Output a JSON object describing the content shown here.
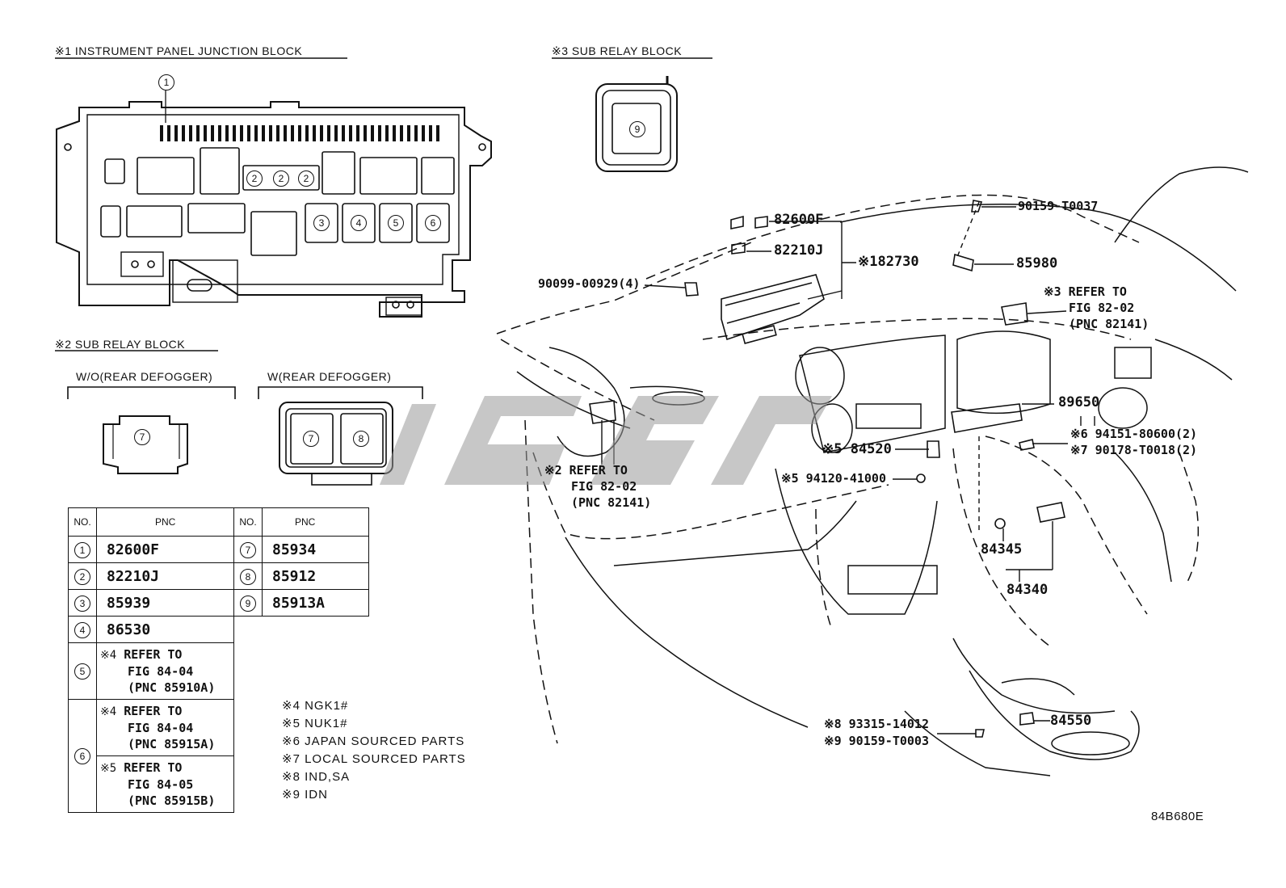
{
  "sections": {
    "s1": "※1 INSTRUMENT PANEL JUNCTION BLOCK",
    "s2": "※2 SUB RELAY BLOCK",
    "s3": "※3 SUB RELAY BLOCK"
  },
  "relay_variants": {
    "wo": "W/O(REAR DEFOGGER)",
    "w": "W(REAR DEFOGGER)"
  },
  "junction_block_circles": [
    "1",
    "2",
    "2",
    "2",
    "3",
    "4",
    "5",
    "6"
  ],
  "sub_relay_circles": [
    "7",
    "7",
    "8",
    "9"
  ],
  "table": {
    "h_no": "NO.",
    "h_pnc": "PNC",
    "left_rows": [
      {
        "no": "1",
        "pnc": "82600F"
      },
      {
        "no": "2",
        "pnc": "82210J"
      },
      {
        "no": "3",
        "pnc": "85939"
      },
      {
        "no": "4",
        "pnc": "86530"
      }
    ],
    "row5": {
      "no": "5",
      "mark": "※4",
      "l1": "REFER TO",
      "l2": "FIG 84-04",
      "l3": "(PNC 85910A)"
    },
    "row6": {
      "no": "6",
      "a": {
        "mark": "※4",
        "l1": "REFER TO",
        "l2": "FIG 84-04",
        "l3": "(PNC 85915A)"
      },
      "b": {
        "mark": "※5",
        "l1": "REFER TO",
        "l2": "FIG 84-05",
        "l3": "(PNC 85915B)"
      }
    },
    "right_rows": [
      {
        "no": "7",
        "pnc": "85934"
      },
      {
        "no": "8",
        "pnc": "85912"
      },
      {
        "no": "9",
        "pnc": "85913A"
      }
    ]
  },
  "notes": [
    "※4 NGK1#",
    "※5 NUK1#",
    "※6 JAPAN SOURCED PARTS",
    "※7 LOCAL SOURCED PARTS",
    "※8 IND,SA",
    "※9 IDN"
  ],
  "callouts": {
    "p82600F": "82600F",
    "p82210J": "82210J",
    "p82730": "※182730",
    "p90099": "90099-00929(4)",
    "p90159a": "90159-T0037",
    "p85980": "85980",
    "ref3_1": "※3 REFER TO",
    "ref3_2": "FIG 82-02",
    "ref3_3": "(PNC 82141)",
    "p89650": "89650",
    "p94151": "※6 94151-80600(2)",
    "p90178": "※7 90178-T0018(2)",
    "p84520": "※5 84520",
    "p94120": "※5 94120-41000",
    "ref2_1": "※2 REFER TO",
    "ref2_2": "FIG 82-02",
    "ref2_3": "(PNC 82141)",
    "p84345": "84345",
    "p84340": "84340",
    "p93315": "※8 93315-14012",
    "p90159b": "※9 90159-T0003",
    "p84550": "84550"
  },
  "drawing_code": "84B680E"
}
